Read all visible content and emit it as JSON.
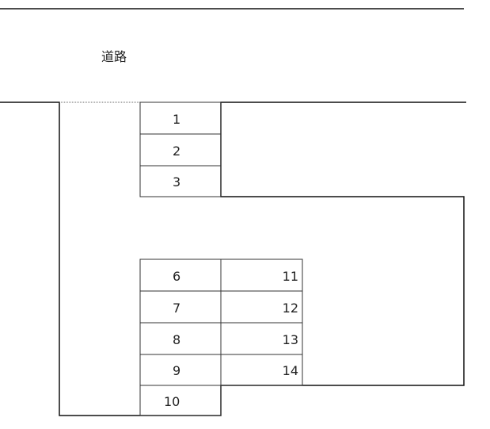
{
  "road_label": "道路",
  "colors": {
    "line": "#111111",
    "grid": "#333333",
    "dotted": "#666666",
    "text": "#222222"
  },
  "slots": {
    "s1": "1",
    "s2": "2",
    "s3": "3",
    "s6": "6",
    "s7": "7",
    "s8": "8",
    "s9": "9",
    "s10": "10",
    "s11": "11",
    "s12": "12",
    "s13": "13",
    "s14": "14"
  }
}
